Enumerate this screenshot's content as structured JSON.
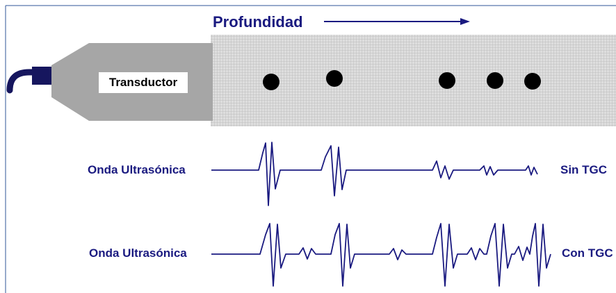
{
  "title": "Profundidad",
  "transducer_label": "Transductor",
  "waves": [
    {
      "label": "Onda Ultrasónica",
      "tag": "Sin TGC"
    },
    {
      "label": "Onda Ultrasónica",
      "tag": "Con TGC"
    }
  ],
  "colors": {
    "accent": "#1a1a80",
    "transducer_body": "#a6a6a6",
    "tissue_block": "#d9d9d9",
    "reflector": "#000000",
    "frame": "#2f5597"
  }
}
